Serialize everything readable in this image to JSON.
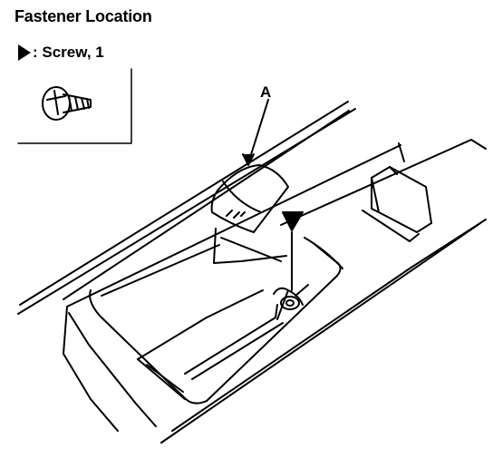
{
  "title": "Fastener Location",
  "legend": {
    "symbol": "filled-triangle",
    "label": ": Screw, 1"
  },
  "callouts": [
    {
      "label": "A"
    }
  ],
  "icons": [
    "screw-icon",
    "triangle-marker-icon"
  ],
  "colors": {
    "line": "#000000",
    "background": "#ffffff"
  }
}
